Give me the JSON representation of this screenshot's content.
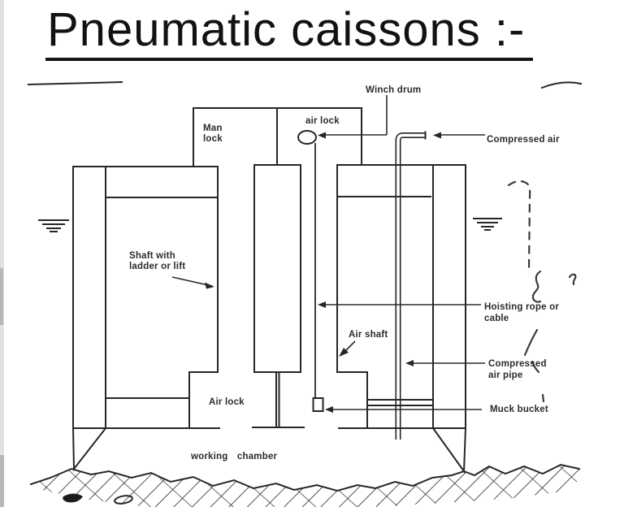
{
  "page": {
    "title": "Pneumatic caissons :-",
    "background": "#ffffff",
    "ink_color": "#262626"
  },
  "diagram": {
    "labels": {
      "winch_drum": "Winch drum",
      "air_lock_top": "air lock",
      "man_lock_line1": "Man",
      "man_lock_line2": "lock",
      "compressed_air": "Compressed air",
      "shaft_line1": "Shaft with",
      "shaft_line2": "ladder or lift",
      "hoisting_line1": "Hoisting rope or",
      "hoisting_line2": "cable",
      "air_shaft": "Air shaft",
      "compressed_pipe_line1": "Compressed",
      "compressed_pipe_line2": "air pipe",
      "muck_bucket": "Muck bucket",
      "air_lock_bottom": "Air lock",
      "working_chamber": "working chamber"
    }
  }
}
